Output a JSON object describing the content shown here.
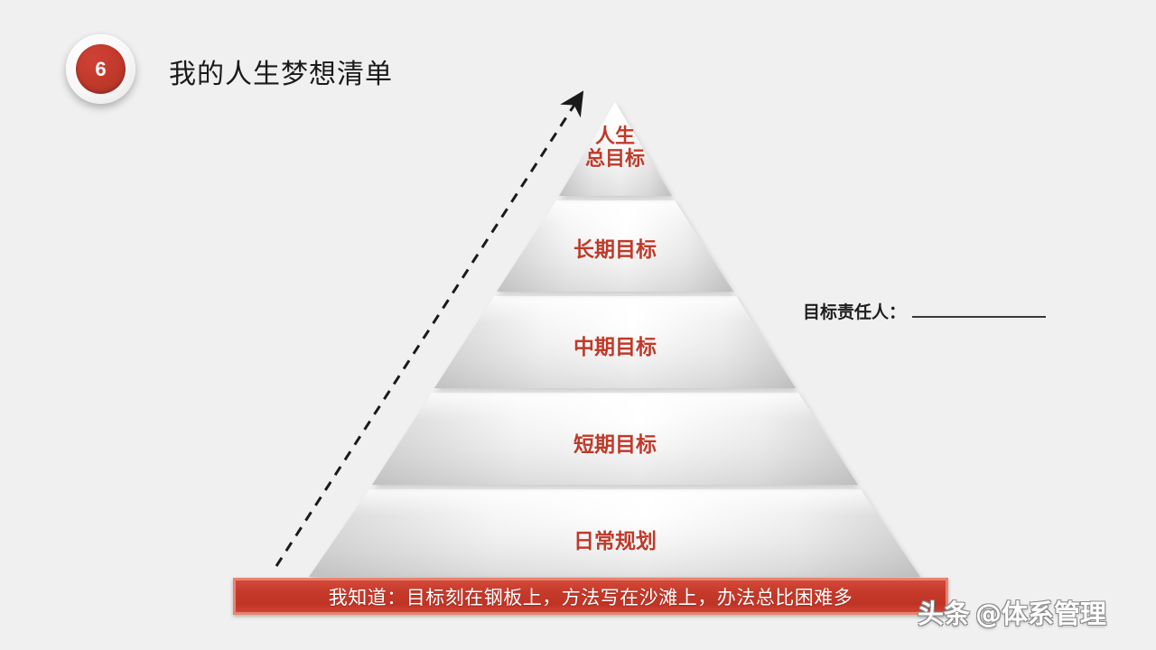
{
  "slide": {
    "background_color": "#f0f0f0",
    "accent_color": "#bf3a2a"
  },
  "header": {
    "badge_number": "6",
    "badge_color": "#c0392b",
    "title": "我的人生梦想清单"
  },
  "pyramid": {
    "tiers": [
      {
        "id": "life-overall-goal",
        "label": "人生\n总目标",
        "label_line1": "人生",
        "label_line2": "总目标"
      },
      {
        "id": "long-term-goal",
        "label": "长期目标"
      },
      {
        "id": "mid-term-goal",
        "label": "中期目标"
      },
      {
        "id": "short-term-goal",
        "label": "短期目标"
      },
      {
        "id": "daily-plan",
        "label": "日常规划"
      }
    ],
    "arrow": {
      "name": "dashed-upward-arrow",
      "direction": "up-right"
    }
  },
  "responsible": {
    "label": "目标责任人：",
    "value": ""
  },
  "banner": {
    "text": "我知道：目标刻在钢板上，方法写在沙滩上，办法总比困难多",
    "fill_color": "#c63a2b",
    "border_color": "#e8836f"
  },
  "watermark": {
    "brand": "头条",
    "handle": "@体系管理"
  }
}
